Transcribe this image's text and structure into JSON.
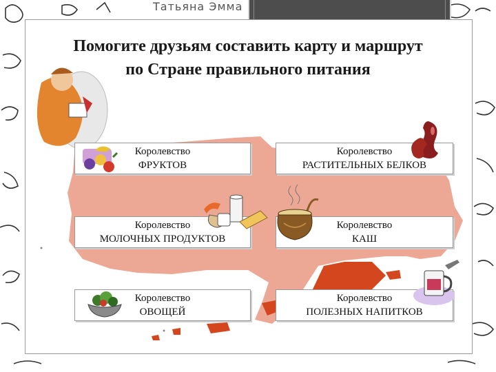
{
  "header": {
    "author_caption": "Татьяна Эмма"
  },
  "slide": {
    "title_line1": "Помогите друзьям составить карту и маршрут",
    "title_line2": "по Стране правильного питания"
  },
  "kingdoms": [
    {
      "prefix": "Королевство",
      "name": "ФРУКТОВ",
      "icon": "fruits-icon"
    },
    {
      "prefix": "Королевство",
      "name": "РАСТИТЕЛЬНЫХ БЕЛКОВ",
      "icon": "beans-icon"
    },
    {
      "prefix": "Королевство",
      "name": "МОЛОЧНЫХ ПРОДУКТОВ",
      "icon": "dairy-icon"
    },
    {
      "prefix": "Королевство",
      "name": "КАШ",
      "icon": "porridge-pot-icon"
    },
    {
      "prefix": "Королевство",
      "name": "ОВОЩЕЙ",
      "icon": "salad-bowl-icon"
    },
    {
      "prefix": "Королевство",
      "name": "ПОЛЕЗНЫХ НАПИТКОВ",
      "icon": "drink-mug-icon"
    }
  ],
  "colors": {
    "map_fill": "#eca895",
    "map_dark": "#d4461e",
    "title_text": "#1a1a1a"
  }
}
